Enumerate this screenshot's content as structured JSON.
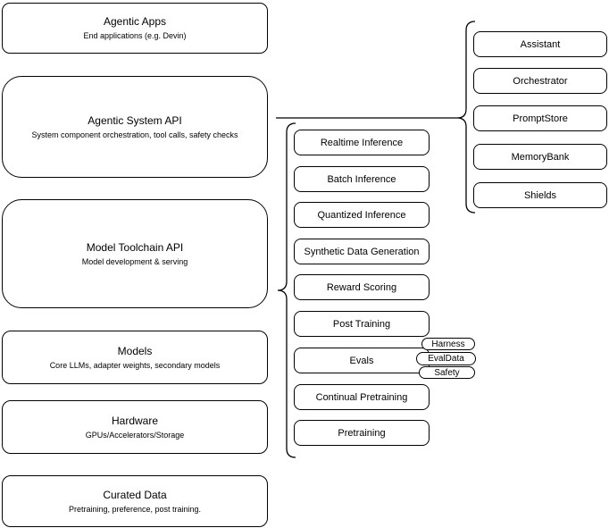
{
  "colors": {
    "stroke": "#000000",
    "background": "#ffffff",
    "text": "#000000"
  },
  "left_column": {
    "boxes": [
      {
        "title": "Agentic Apps",
        "subtitle": "End applications (e.g. Devin)"
      },
      {
        "title": "Agentic System API",
        "subtitle": "System component orchestration, tool calls, safety checks"
      },
      {
        "title": "Model Toolchain API",
        "subtitle": "Model development & serving"
      },
      {
        "title": "Models",
        "subtitle": "Core LLMs, adapter weights, secondary models"
      },
      {
        "title": "Hardware",
        "subtitle": "GPUs/Accelerators/Storage"
      },
      {
        "title": "Curated Data",
        "subtitle": "Pretraining, preference, post training."
      }
    ]
  },
  "toolchain": {
    "items": [
      "Realtime Inference",
      "Batch Inference",
      "Quantized Inference",
      "Synthetic Data Generation",
      "Reward Scoring",
      "Post Training",
      "Evals",
      "Continual Pretraining",
      "Pretraining"
    ],
    "eval_tags": [
      "Harness",
      "EvalData",
      "Safety"
    ]
  },
  "system": {
    "components": [
      "Assistant",
      "Orchestrator",
      "PromptStore",
      "MemoryBank",
      "Shields"
    ]
  }
}
